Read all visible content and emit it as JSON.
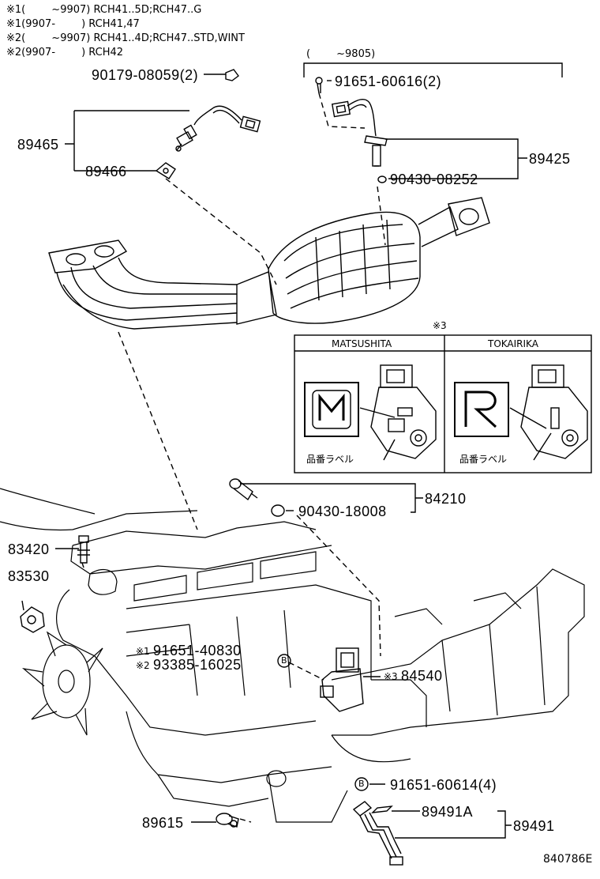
{
  "notes": [
    {
      "mark": "※1",
      "range": "(        ~9907)",
      "models": "RCH41..5D;RCH47..G"
    },
    {
      "mark": "※1",
      "range": "(9907-        )",
      "models": "RCH41,47"
    },
    {
      "mark": "※2",
      "range": "(        ~9907)",
      "models": "RCH41..4D;RCH47..STD,WINT"
    },
    {
      "mark": "※2",
      "range": "(9907-        )",
      "models": "RCH42"
    }
  ],
  "bracket_range": "(        ~9805)",
  "parts": {
    "p90179": "90179-08059(2)",
    "p89465": "89465",
    "p89466": "89466",
    "p91651a": "91651-60616(2)",
    "p89425": "89425",
    "p90430a": "90430-08252",
    "p84210": "84210",
    "p90430b": "90430-18008",
    "p83420": "83420",
    "p83530": "83530",
    "p91651b": "91651-40830",
    "p93385": "93385-16025",
    "p84540": "84540",
    "p91651c": "91651-60614(4)",
    "p89615": "89615",
    "p89491a": "89491A",
    "p89491": "89491"
  },
  "marks": {
    "m1": "※1",
    "m2": "※2",
    "m3": "※3",
    "b": "B"
  },
  "inset": {
    "mark": "※3",
    "left_title": "MATSUSHITA",
    "right_title": "TOKAIRIKA",
    "left_label": "品番ラベル",
    "right_label": "品番ラベル"
  },
  "figure_id": "840786E"
}
